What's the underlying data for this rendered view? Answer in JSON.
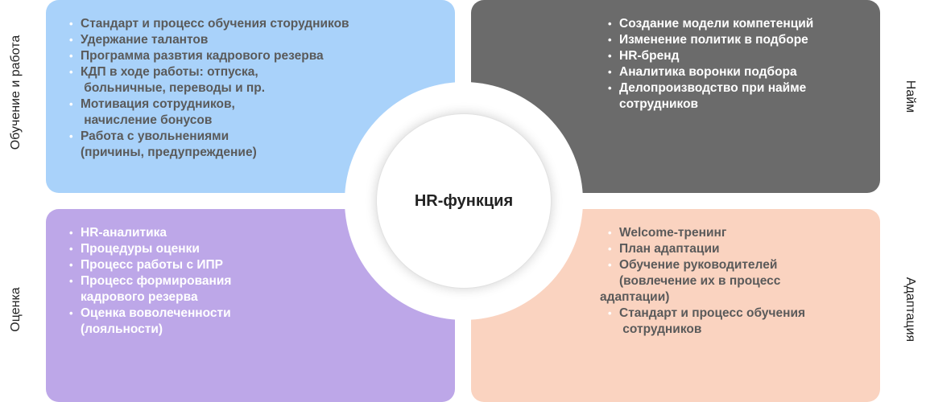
{
  "center": {
    "title": "HR-функция"
  },
  "colors": {
    "top_left": "#a9d2fa",
    "top_right": "#6b6b6b",
    "bottom_left": "#bda7e8",
    "bottom_right": "#fad3c0"
  },
  "side_labels": {
    "top_left": "Обучение и работа",
    "bottom_left": "Оценка",
    "top_right": "Найм",
    "bottom_right": "Адаптация"
  },
  "quadrants": {
    "top_left": {
      "lines": [
        "Стандарт и процесс обучения сторудников",
        "Удержание талантов",
        "Программа развтия кадрового резерва",
        "КДП в ходе работы: отпуска,",
        " больничные, переводы и пр.",
        "Мотивация сотрудников,",
        " начисление бонусов",
        "Работа с увольнениями",
        "(причины, предупреждение)"
      ]
    },
    "top_right": {
      "lines": [
        "Создание модели компетенций",
        "Изменение политик в подборе",
        "HR-бренд",
        "Аналитика воронки подбора",
        "Делопроизводство при найме",
        "сотрудников"
      ]
    },
    "bottom_left": {
      "lines": [
        "HR-аналитика",
        "Процедуры оценки",
        "Процесс работы с ИПР",
        "Процесс формирования",
        "кадрового резерва",
        "Оценка воволеченности",
        "(лояльности)"
      ]
    },
    "bottom_right": {
      "lines": [
        "Welcome-тренинг",
        "План адаптации",
        "Обучение руководителей",
        "(вовлечение их в процесс",
        "адаптации)",
        "Стандарт и процесс обучения",
        " сотрудников"
      ]
    }
  }
}
